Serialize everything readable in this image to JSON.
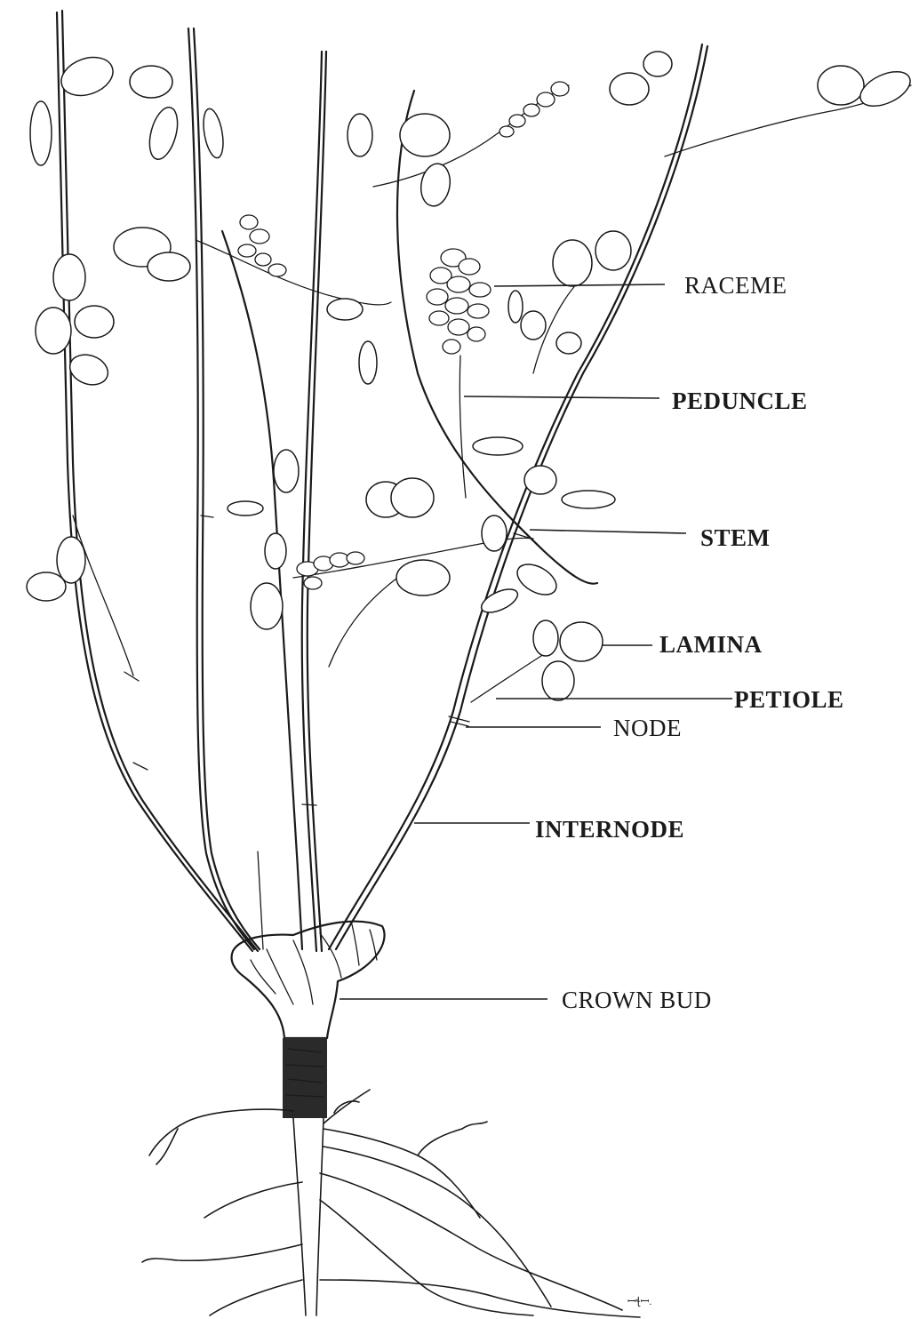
{
  "labels": {
    "raceme": "RACEME",
    "peduncle": "PEDUNCLE",
    "stem": "STEM",
    "lamina": "LAMINA",
    "petiole": "PETIOLE",
    "node": "NODE",
    "internode": "INTERNODE",
    "crown_bud": "CROWN BUD"
  },
  "signature": "ꟷꞎꟷ.",
  "colors": {
    "ink": "#1a1a1a",
    "paper": "#ffffff"
  }
}
